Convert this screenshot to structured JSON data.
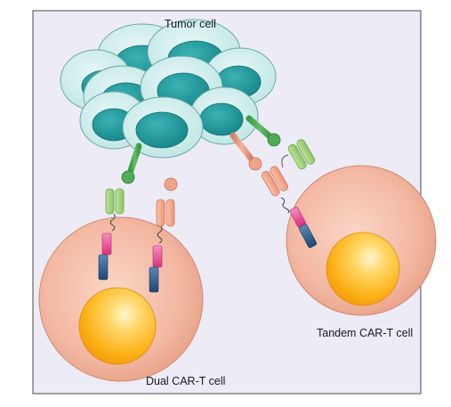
{
  "labels": {
    "tumor": "Tumor cell",
    "dual": "Dual CAR-T cell",
    "tandem": "Tandem CAR-T cell"
  },
  "colors": {
    "panel_bg": "#ecebf6",
    "panel_border": "#4a4a4a",
    "tumor_outer": "#cdeeed",
    "tumor_nucleus": "#27999d",
    "tcell_body": "#f3b8a2",
    "tcell_nucleus": "#fcb116",
    "antigen_green": "#55b15a",
    "antigen_salmon": "#f0a487",
    "scfv_green": "#a8d27e",
    "scfv_salmon": "#f4a98a",
    "signal_pink": "#e7549a",
    "signal_blue": "#2f5f8f"
  }
}
